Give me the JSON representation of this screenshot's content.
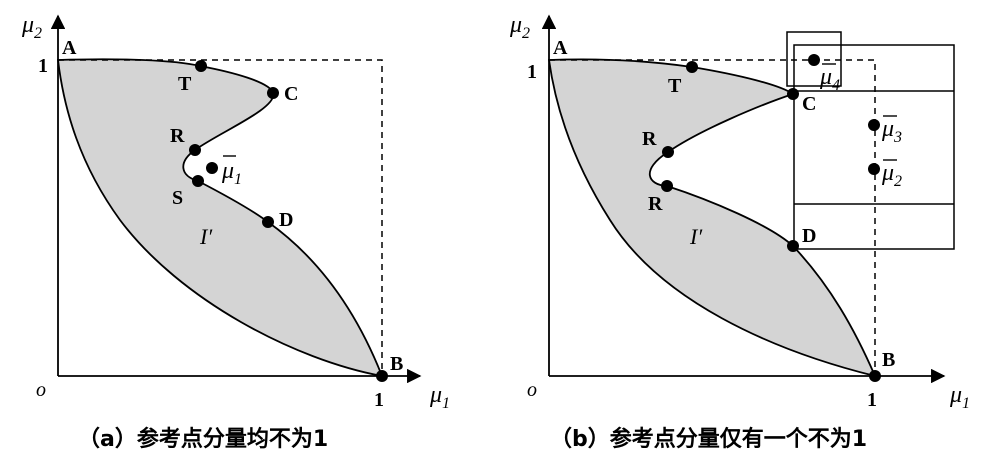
{
  "panel_a": {
    "caption": "（a）参考点分量均不为1",
    "axis_y": "μ",
    "axis_y_sub": "2",
    "axis_x": "μ",
    "axis_x_sub": "1",
    "tick_y_one": "1",
    "tick_x_one": "1",
    "origin": "o",
    "region_label": "I′",
    "points": {
      "A": "A",
      "T": "T",
      "C": "C",
      "R": "R",
      "S": "S",
      "D": "D",
      "B": "B"
    },
    "ref_point": "μ",
    "ref_point_sub": "1"
  },
  "panel_b": {
    "caption": "（b）参考点分量仅有一个不为1",
    "axis_y": "μ",
    "axis_y_sub": "2",
    "axis_x": "μ",
    "axis_x_sub": "1",
    "tick_y_one": "1",
    "tick_x_one": "1",
    "origin": "o",
    "region_label": "I′",
    "points": {
      "A": "A",
      "T": "T",
      "C": "C",
      "R1": "R",
      "R2": "R",
      "D": "D",
      "B": "B"
    },
    "ref_points": [
      {
        "sym": "μ",
        "sub": "4"
      },
      {
        "sym": "μ",
        "sub": "3"
      },
      {
        "sym": "μ",
        "sub": "2"
      }
    ]
  },
  "colors": {
    "region_fill": "#d4d4d4",
    "stroke": "#000000"
  }
}
